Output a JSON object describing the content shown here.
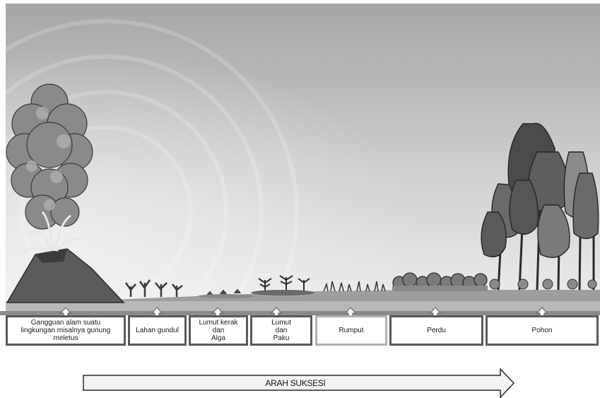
{
  "stages": [
    {
      "label": "Gangguan alam suatu\nlingkungan misalnya gunung\nmeletus"
    },
    {
      "label": "Lahan gundul"
    },
    {
      "label": "Lumut kerak\ndan\nAlga"
    },
    {
      "label": "Lumut\ndan\nPaku"
    },
    {
      "label": "Rumput"
    },
    {
      "label": "Perdu"
    },
    {
      "label": "Pohon"
    }
  ],
  "direction_arrow": {
    "label": "ARAH SUKSESI"
  },
  "colors": {
    "sky_top": "#a9a9a9",
    "sky_bottom": "#ececec",
    "ground": "#9c9c9c",
    "box_border": "#5a5a5a",
    "tree_dark": "#4a4a4a",
    "tree_mid": "#6e6e6e"
  }
}
